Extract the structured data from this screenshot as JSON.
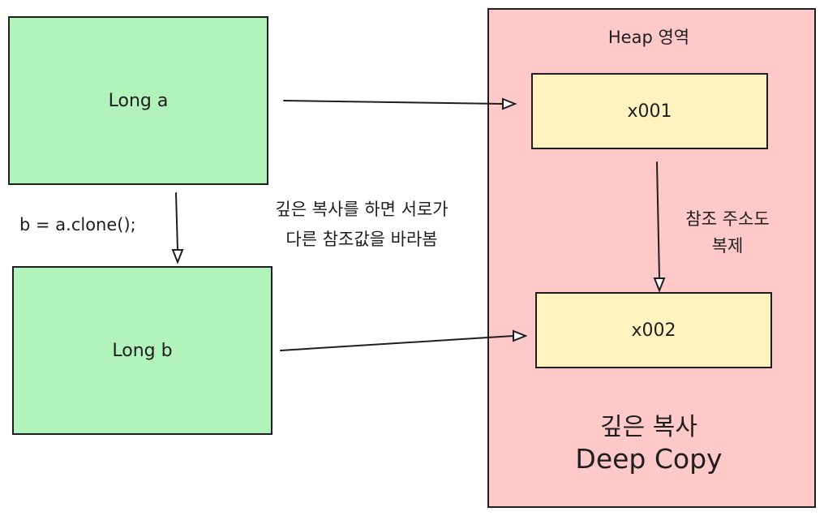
{
  "variables": {
    "a_label": "Long a",
    "b_label": "Long b"
  },
  "clone_code": "b = a.clone();",
  "explanation": {
    "line1": "깊은 복사를 하면 서로가",
    "line2": "다른 참조값을 바라봄"
  },
  "heap": {
    "title": "Heap 영역",
    "addr1": "x001",
    "addr2": "x002",
    "copy_note_line1": "참조 주소도",
    "copy_note_line2": "복제",
    "caption_ko": "깊은 복사",
    "caption_en": "Deep Copy"
  },
  "colors": {
    "variable_fill": "#b2f2bb",
    "heap_fill": "#ffc9c9",
    "address_fill": "#fff3bf",
    "stroke": "#1e1e1e"
  }
}
